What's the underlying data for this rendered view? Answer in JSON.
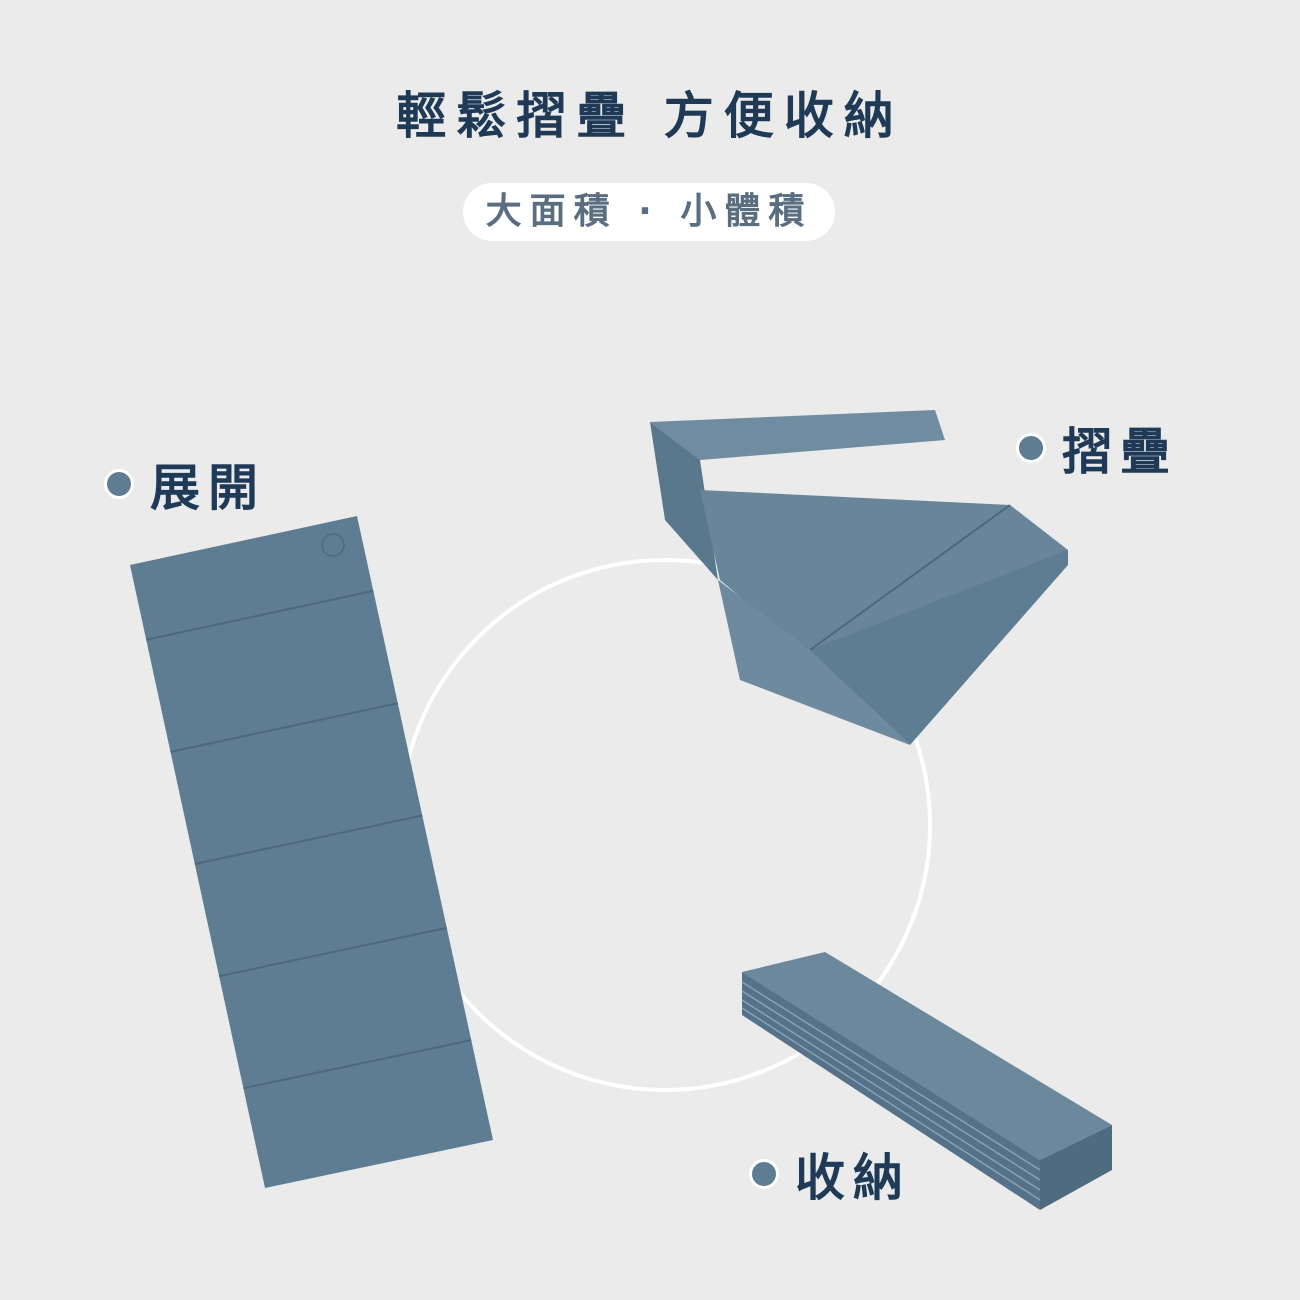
{
  "title": "輕鬆摺疊 方便收納",
  "subtitle": "大面積 · 小體積",
  "labels": {
    "unfolded": "展開",
    "folding": "摺疊",
    "stored": "收納"
  },
  "colors": {
    "background": "#ebebeb",
    "title": "#1f3a56",
    "mat": "#5f7d92"
  }
}
